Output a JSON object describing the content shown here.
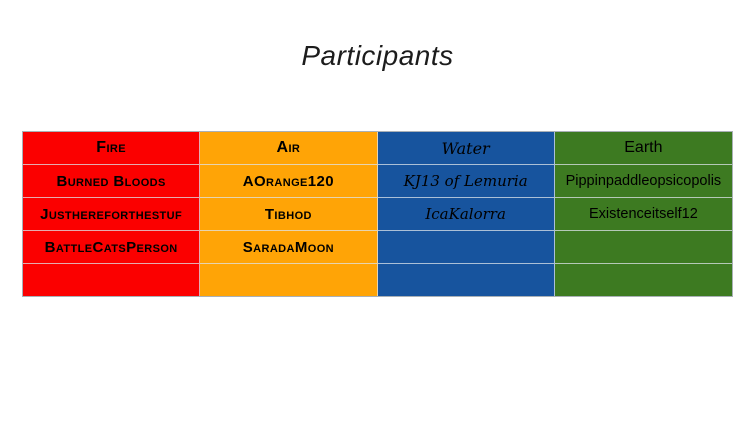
{
  "title": "Participants",
  "table": {
    "columns": [
      {
        "name": "Fire",
        "color": "#fb0000",
        "cells": [
          "Fire",
          "Burned Bloods",
          "Justhereforthestuf",
          "BattleCatsPerson",
          ""
        ]
      },
      {
        "name": "Air",
        "color": "#ffa406",
        "cells": [
          "Air",
          "AOrange120",
          "Tibhod",
          "SaradaMoon",
          ""
        ]
      },
      {
        "name": "Water",
        "color": "#17549e",
        "cells": [
          "Water",
          "KJ13 of Lemuria",
          "IcaKalorra",
          "",
          ""
        ]
      },
      {
        "name": "Earth",
        "color": "#3d7a21",
        "cells": [
          "Earth",
          "Pippinpaddleopsicopolis",
          "Existenceitself12",
          "",
          ""
        ]
      }
    ]
  },
  "chart_data": {
    "type": "table",
    "title": "Participants",
    "columns": [
      "Fire",
      "Air",
      "Water",
      "Earth"
    ],
    "rows": [
      [
        "Burned Bloods",
        "AOrange120",
        "KJ13 of Lemuria",
        "Pippinpaddleopsicopolis"
      ],
      [
        "Justhereforthestuf",
        "Tibhod",
        "IcaKalorra",
        "Existenceitself12"
      ],
      [
        "BattleCatsPerson",
        "SaradaMoon",
        "",
        ""
      ],
      [
        "",
        "",
        "",
        ""
      ]
    ]
  }
}
